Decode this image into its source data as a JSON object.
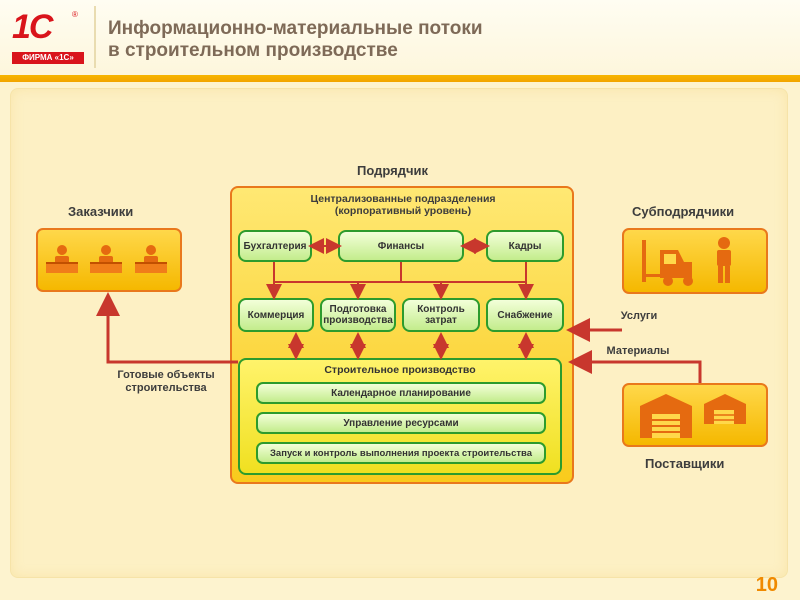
{
  "header": {
    "logo_text": "1С",
    "logo_reg": "®",
    "logo_firm": "ФИРМА «1С»",
    "title_line1": "Информационно-материальные потоки",
    "title_line2": "в строительном производстве"
  },
  "page_number": "10",
  "diagram": {
    "contractor_label": "Подрядчик",
    "central_title_line1": "Централизованные подразделения",
    "central_title_line2": "(корпоративный уровень)",
    "departments_row1": [
      "Бухгалтерия",
      "Финансы",
      "Кадры"
    ],
    "departments_row2": [
      "Коммерция",
      "Подготовка производства",
      "Контроль затрат",
      "Снабжение"
    ],
    "production_title": "Строительное производство",
    "production_items": [
      "Календарное планирование",
      "Управление ресурсами",
      "Запуск и контроль выполнения проекта строительства"
    ],
    "customers_label": "Заказчики",
    "subcontractors_label": "Субподрядчики",
    "suppliers_label": "Поставщики",
    "flow_ready_objects_line1": "Готовые объекты",
    "flow_ready_objects_line2": "строительства",
    "flow_services": "Услуги",
    "flow_materials": "Материалы"
  },
  "colors": {
    "accent_orange": "#f2a400",
    "arrow_red": "#c8372d",
    "logo_red": "#d9141b",
    "dept_green": "#2d9b2d"
  },
  "icons": [
    "customer-desk-icon",
    "forklift-icon",
    "worker-icon",
    "warehouse-icon"
  ]
}
